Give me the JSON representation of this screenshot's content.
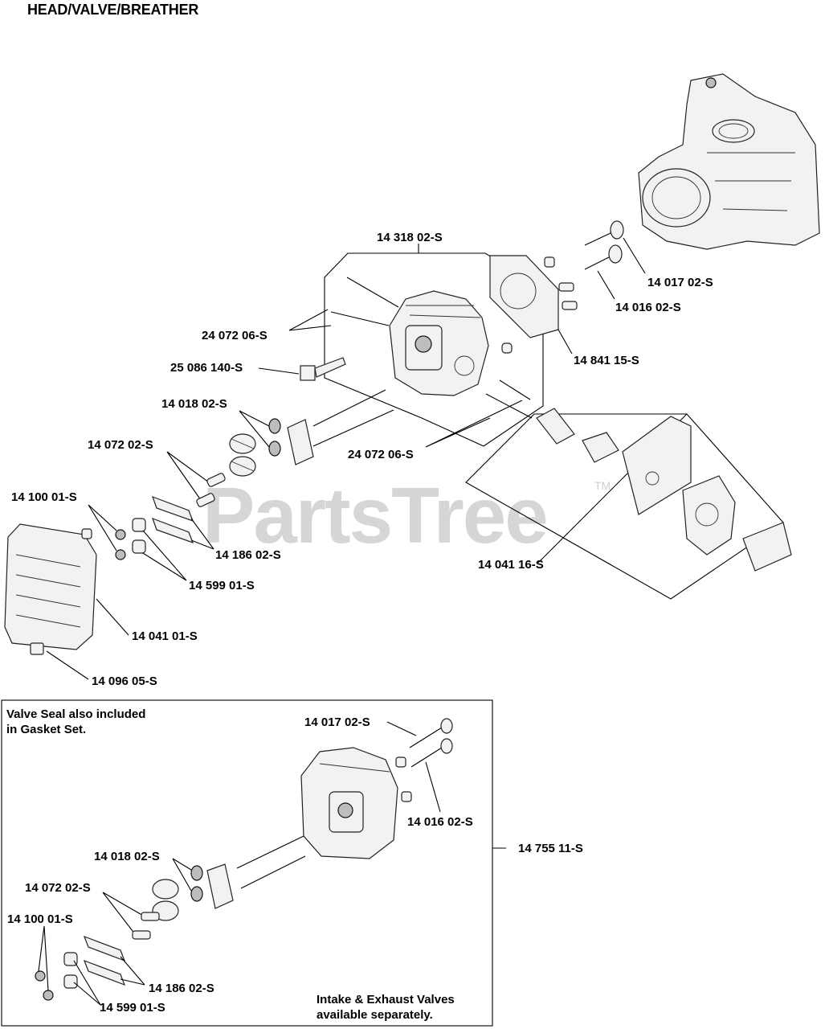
{
  "title": "HEAD/VALVE/BREATHER",
  "watermark": {
    "text": "PartsTree",
    "trademark": "TM"
  },
  "callouts": {
    "c1": "14 318 02-S",
    "c2": "24 072 06-S",
    "c3": "25 086 140-S",
    "c4": "14 018 02-S",
    "c5": "14 072 02-S",
    "c6": "14 100 01-S",
    "c7": "14 186 02-S",
    "c8": "14 599 01-S",
    "c9": "14 041 01-S",
    "c10": "14 096 05-S",
    "c11": "24 072 06-S",
    "c12": "14 841 15-S",
    "c13": "14 017 02-S",
    "c14": "14 016 02-S",
    "c15": "14 041 16-S"
  },
  "inset": {
    "note_line1": "Valve Seal also included",
    "note_line2": "in Gasket Set.",
    "footer_line1": "Intake & Exhaust Valves",
    "footer_line2": "available separately.",
    "kit_label": "14 755 11-S",
    "callouts": {
      "i1": "14 017 02-S",
      "i2": "14 016 02-S",
      "i3": "14 018 02-S",
      "i4": "14 072 02-S",
      "i5": "14 100 01-S",
      "i6": "14 186 02-S",
      "i7": "14 599 01-S"
    }
  }
}
